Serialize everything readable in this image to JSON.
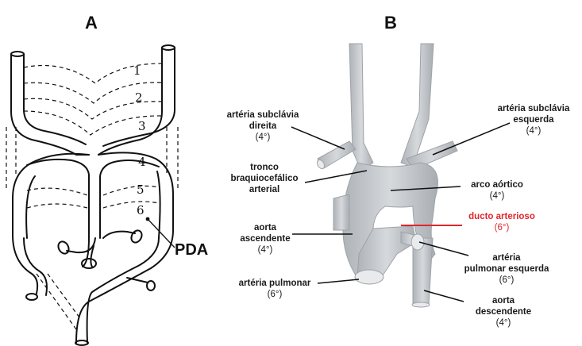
{
  "panel_a": {
    "letter": "A",
    "arch_numbers": [
      "1",
      "2",
      "3",
      "4",
      "5",
      "6"
    ],
    "pda_label": "PDA"
  },
  "panel_b": {
    "letter": "B",
    "labels": {
      "subclavia_direita": {
        "name_l1": "artéria subclávia",
        "name_l2": "direita",
        "arch": "(4°)"
      },
      "subclavia_esquerda": {
        "name_l1": "artéria subclávia",
        "name_l2": "esquerda",
        "arch": "(4°)"
      },
      "tronco": {
        "name_l1": "tronco",
        "name_l2": "braquiocefálico",
        "name_l3": "arterial"
      },
      "arco": {
        "name_l1": "arco aórtico",
        "arch": "(4°)"
      },
      "ducto": {
        "name_l1": "ducto arterioso",
        "arch": "(6°)"
      },
      "aorta_asc": {
        "name_l1": "aorta",
        "name_l2": "ascendente",
        "arch": "(4°)"
      },
      "art_pulm_esq": {
        "name_l1": "artéria",
        "name_l2": "pulmonar esquerda",
        "arch": "(6°)"
      },
      "art_pulm": {
        "name_l1": "artéria pulmonar",
        "arch": "(6°)"
      },
      "aorta_desc": {
        "name_l1": "aorta",
        "name_l2": "descendente",
        "arch": "(4°)"
      }
    },
    "colors": {
      "vessel": "#c9cccf",
      "vessel_stroke": "#9ea3a8",
      "highlight": "#e0262b"
    }
  }
}
